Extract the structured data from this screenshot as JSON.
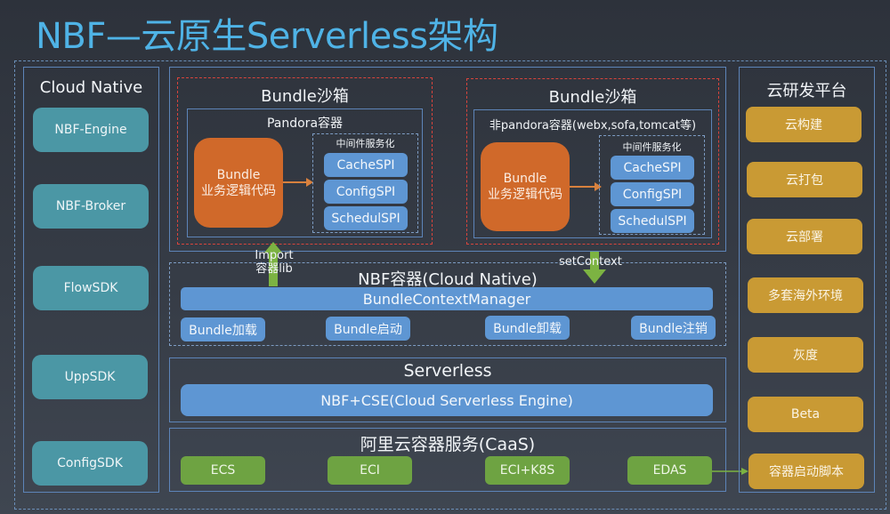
{
  "title": "NBF—云原生Serverless架构",
  "left_panel": {
    "title": "Cloud Native",
    "items": [
      "NBF-Engine",
      "NBF-Broker",
      "FlowSDK",
      "UppSDK",
      "ConfigSDK"
    ]
  },
  "sandbox_left": {
    "title": "Bundle沙箱",
    "container_title": "Pandora容器",
    "bundle_line1": "Bundle",
    "bundle_line2": "业务逻辑代码",
    "middleware_title": "中间件服务化",
    "spis": [
      "CacheSPI",
      "ConfigSPI",
      "SchedulSPI"
    ]
  },
  "sandbox_right": {
    "title": "Bundle沙箱",
    "container_title": "非pandora容器(webx,sofa,tomcat等)",
    "bundle_line1": "Bundle",
    "bundle_line2": "业务逻辑代码",
    "middleware_title": "中间件服务化",
    "spis": [
      "CacheSPI",
      "ConfigSPI",
      "SchedulSPI"
    ]
  },
  "arrows": {
    "import_line1": "Import",
    "import_line2": "容器lib",
    "set_context": "setContext"
  },
  "nbf_container": {
    "title": "NBF容器(Cloud Native)",
    "manager": "BundleContextManager",
    "actions": [
      "Bundle加载",
      "Bundle启动",
      "Bundle卸载",
      "Bundle注销"
    ]
  },
  "serverless": {
    "title": "Serverless",
    "engine": "NBF+CSE(Cloud Serverless Engine)"
  },
  "caas": {
    "title": "阿里云容器服务(CaaS)",
    "items": [
      "ECS",
      "ECI",
      "ECI+K8S",
      "EDAS"
    ]
  },
  "right_panel": {
    "title": "云研发平台",
    "items": [
      "云构建",
      "云打包",
      "云部署",
      "多套海外环境",
      "灰度",
      "Beta",
      "容器启动脚本"
    ]
  },
  "colors": {
    "title": "#4fb3e6",
    "teal": "#4b97a5",
    "gold": "#c99a34",
    "blue": "#5e96d3",
    "green": "#6ea342",
    "orange": "#d0692a",
    "red_dash": "#d8443c",
    "arrow_green": "#7cb342"
  }
}
